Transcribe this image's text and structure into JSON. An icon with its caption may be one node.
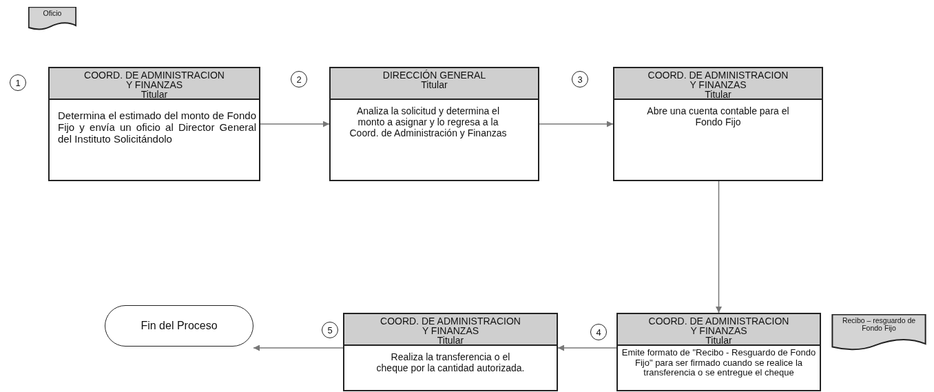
{
  "diagram": {
    "nodes": [
      {
        "text": [
          "Oficio"
        ]
      },
      {
        "text": [
          "1"
        ]
      },
      {
        "text": [
          "COORD. DE ADMINISTRACION Y FINANZAS",
          "Titular",
          "Determina el estimado del monto de Fondo Fijo y envía un oficio al Director General del Instituto Solicitándolo"
        ]
      },
      {
        "text": [
          "2"
        ]
      },
      {
        "text": [
          "DIRECCIÓN GENERAL",
          "Titular",
          "Analiza la solicitud y determina el monto a asignar y lo regresa a la Coord. de Administración y Finanzas"
        ]
      },
      {
        "text": [
          "3"
        ]
      },
      {
        "text": [
          "COORD. DE ADMINISTRACION Y FINANZAS",
          "Titular",
          "Abre una cuenta contable para el Fondo Fijo"
        ]
      },
      {
        "text": [
          "Fin del Proceso"
        ]
      },
      {
        "text": [
          "5"
        ]
      },
      {
        "text": [
          "COORD. DE ADMINISTRACION Y FINANZAS",
          "Titular",
          "Realiza la transferencia o el cheque por la cantidad autorizada."
        ]
      },
      {
        "text": [
          "4"
        ]
      },
      {
        "text": [
          "COORD. DE ADMINISTRACION Y FINANZAS",
          "Titular",
          "Emite formato de \"Recibo - Resguardo de Fondo Fijo\" para ser firmado cuando se realice la transferencia o se entregue el cheque"
        ]
      },
      {
        "text": [
          "Recibo – resguardo de Fondo Fijo"
        ]
      }
    ],
    "edges": [
      {
        "from": 2,
        "to": 4,
        "arrow": "to"
      },
      {
        "from": 4,
        "to": 6,
        "arrow": "to"
      },
      {
        "from": 6,
        "to": 11,
        "arrow": "to"
      },
      {
        "from": 11,
        "to": 9,
        "arrow": "to"
      },
      {
        "from": 9,
        "to": 7,
        "arrow": "to"
      }
    ]
  }
}
